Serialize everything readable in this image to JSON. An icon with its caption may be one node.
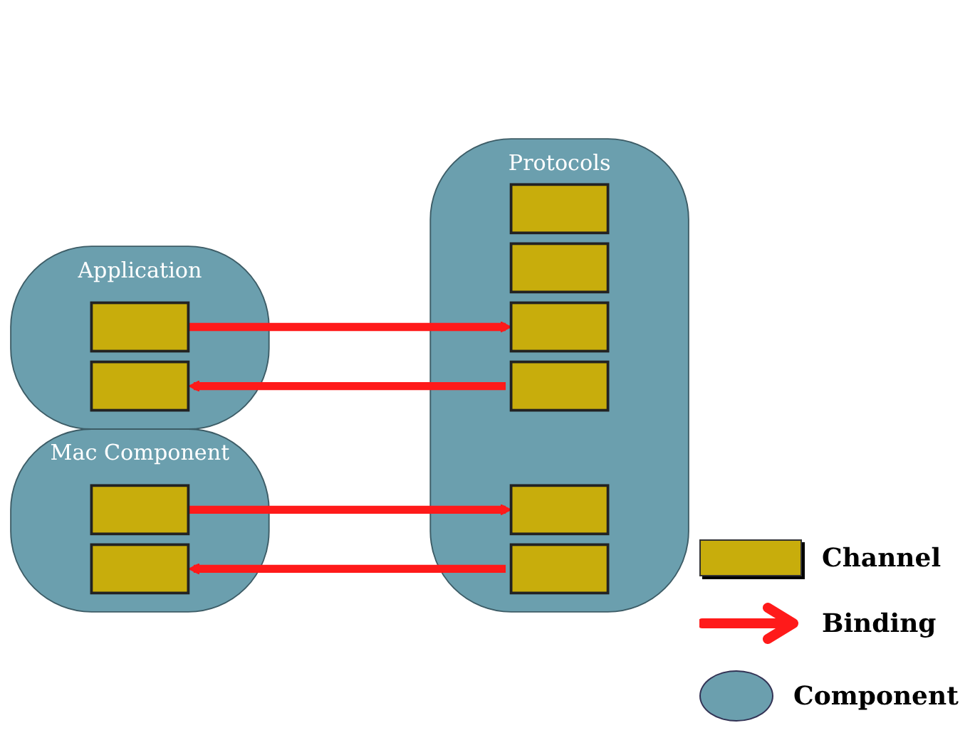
{
  "diagram": {
    "nodes": [
      {
        "text": [
          "Application"
        ]
      },
      {
        "text": [],
        "shape": "box",
        "in": 0
      },
      {
        "text": [],
        "shape": "box",
        "in": 0
      },
      {
        "text": [
          "Mac Component"
        ]
      },
      {
        "text": [],
        "shape": "box",
        "in": 3
      },
      {
        "text": [],
        "shape": "box",
        "in": 3
      },
      {
        "text": [
          "Protocols"
        ]
      },
      {
        "text": [],
        "shape": "box",
        "in": 6
      },
      {
        "text": [],
        "shape": "box",
        "in": 6
      },
      {
        "text": [],
        "shape": "box",
        "in": 6
      },
      {
        "text": [],
        "shape": "box",
        "in": 6
      },
      {
        "text": [],
        "shape": "box",
        "in": 6
      },
      {
        "text": [],
        "shape": "box",
        "in": 6
      }
    ],
    "edges": [
      {
        "from": 1,
        "to": 9,
        "arrow": "to"
      },
      {
        "from": 10,
        "to": 2,
        "arrow": "to"
      },
      {
        "from": 4,
        "to": 11,
        "arrow": "to"
      },
      {
        "from": 12,
        "to": 5,
        "arrow": "to"
      }
    ],
    "legend": [
      {
        "text": "Channel"
      },
      {
        "text": "Binding"
      },
      {
        "text": "Component"
      }
    ]
  }
}
